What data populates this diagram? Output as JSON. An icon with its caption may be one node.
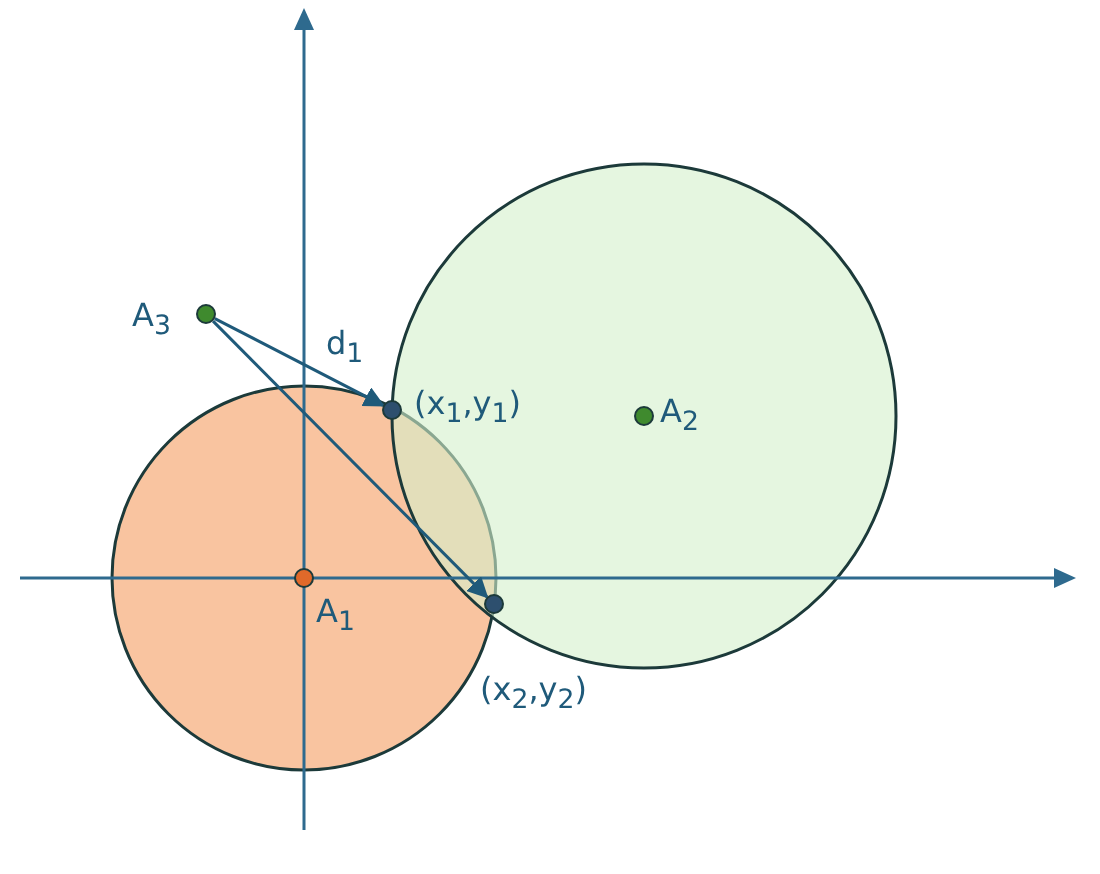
{
  "diagram": {
    "nodes": [
      {
        "text": [],
        "shape": "circle",
        "beside": [
          "A$_{3}$"
        ]
      },
      {
        "text": [],
        "shape": "circle",
        "beside": [
          "A$_{2}$"
        ]
      },
      {
        "text": [],
        "shape": "circle",
        "beside": [
          "(x$_{1}$,y$_{1}$)"
        ]
      },
      {
        "text": [],
        "shape": "circle",
        "beside": [
          "A$_{1}$"
        ]
      },
      {
        "text": [],
        "shape": "circle",
        "beside": [
          "(x$_{2}$,y$_{2}$)"
        ]
      }
    ],
    "edges": [
      {
        "from": 0,
        "to": 2,
        "arrow": "to",
        "label": "d$_{1}$"
      },
      {
        "from": 0,
        "to": 4,
        "arrow": "to"
      }
    ]
  }
}
